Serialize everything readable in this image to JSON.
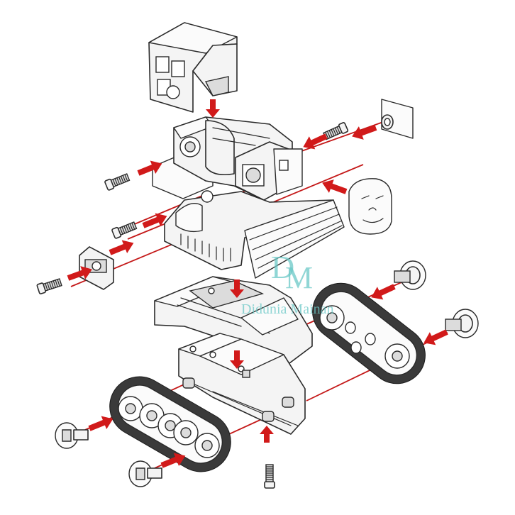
{
  "watermark": {
    "monogram_top": "D",
    "monogram_bottom": "M",
    "name": "Didunia Mainan"
  },
  "colors": {
    "arrow": "#d11a1a",
    "guide_line": "#c41818",
    "outline": "#2a2a2a",
    "watermark": "#6cc9c7"
  }
}
